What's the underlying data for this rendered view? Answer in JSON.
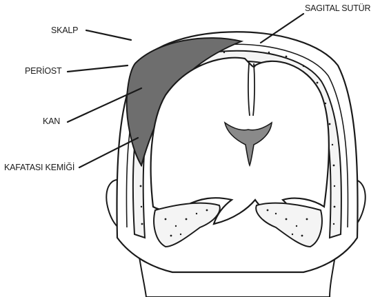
{
  "diagram": {
    "labels": {
      "scalp": "SKALP",
      "periosteum": "PERİOST",
      "blood": "KAN",
      "skull_bone": "KAFATASI KEMİĞİ",
      "sagittal_suture": "SAGITAL SUTÜR"
    },
    "colors": {
      "outline": "#1a1a1a",
      "hematoma": "#6e6e6e",
      "ventricle": "#8a8a8a",
      "background": "#ffffff"
    }
  }
}
